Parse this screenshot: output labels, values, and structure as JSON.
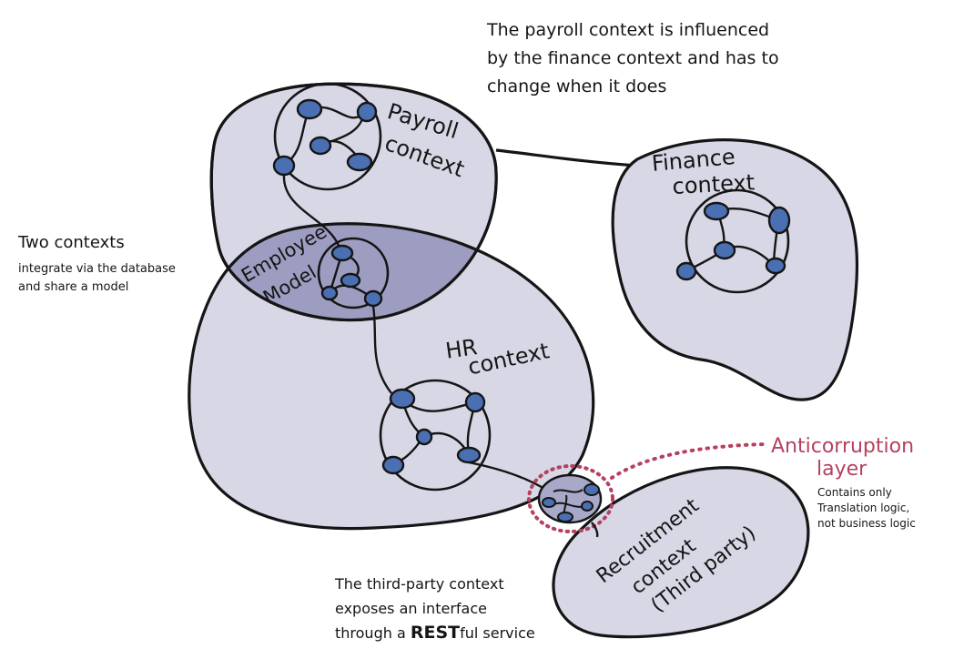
{
  "diagram": {
    "colors": {
      "ink": "#151515",
      "context_fill": "#d7d7e6",
      "shared_fill": "#9d9dc2",
      "node_fill": "#4a70b3",
      "acl_fill": "#a8a8c8",
      "acl_dots": "#b5415f",
      "background": "#ffffff"
    },
    "contexts": {
      "payroll": {
        "line1": "Payroll",
        "line2": "context"
      },
      "finance": {
        "line1": "Finance",
        "line2": "context"
      },
      "shared": {
        "line1": "Employee",
        "line2": "Model"
      },
      "hr": {
        "line1": "HR",
        "line2": "context"
      },
      "recruitment": {
        "line1": "Recruitment",
        "line2": "context",
        "line3": "(Third party)"
      }
    },
    "annotations": {
      "payroll_note": {
        "line1": "The payroll context is influenced",
        "line2": "by the finance context and has to",
        "line3": "change when it does"
      },
      "shared_note": {
        "line1": "Two contexts",
        "line2": "integrate via the database",
        "line3": "and share a model"
      },
      "acl_title": {
        "line1": "Anticorruption",
        "line2": "layer"
      },
      "acl_note": {
        "line1": "Contains only",
        "line2": "Translation logic,",
        "line3": "not business logic"
      },
      "rest_note": {
        "line1": "The third-party context",
        "line2": "exposes an interface",
        "line3a": "through a ",
        "line3b": "REST",
        "line3c": "ful service"
      }
    }
  }
}
